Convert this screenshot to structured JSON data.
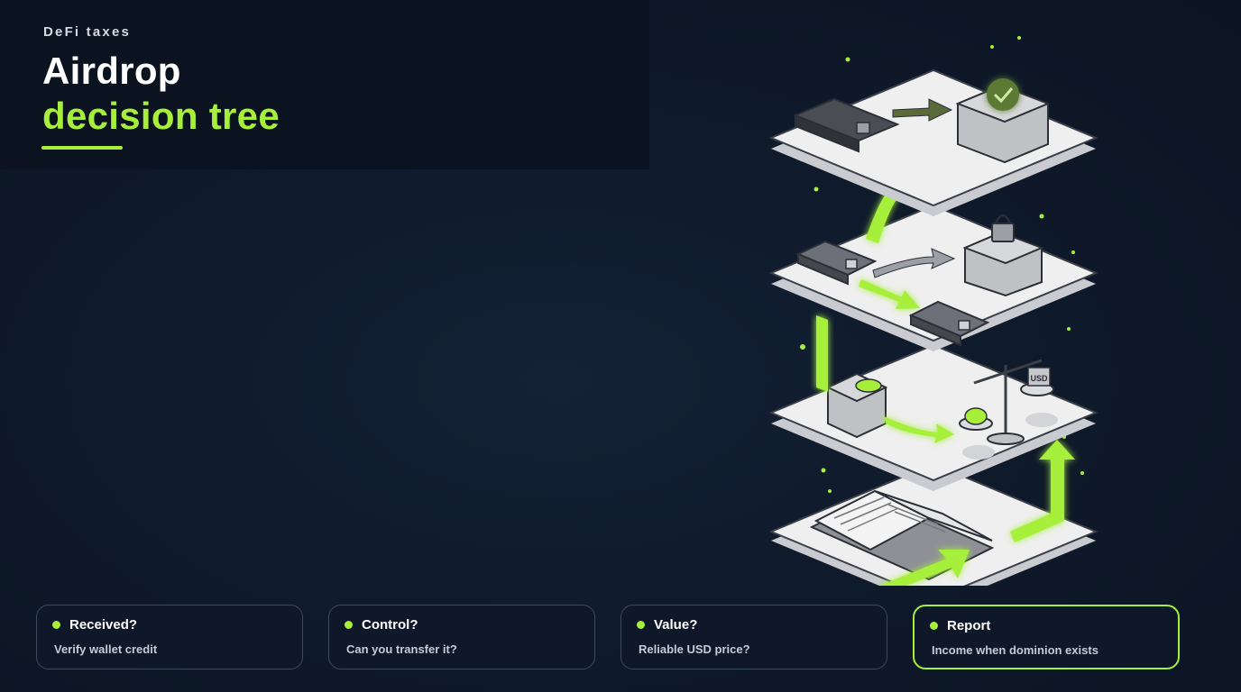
{
  "header": {
    "eyebrow": "DeFi taxes",
    "title_line1": "Airdrop",
    "title_line2": "decision tree"
  },
  "colors": {
    "accent": "#a6ef3a",
    "background": "#0f1a2b",
    "card_border": "#3d4b5e"
  },
  "illustration": {
    "icons": [
      "wallet-icon",
      "check-icon",
      "lock-icon",
      "token-icon",
      "balance-scale-icon",
      "ledger-book-icon"
    ],
    "usd_label": "USD"
  },
  "steps": [
    {
      "title": "Received?",
      "subtitle": "Verify wallet credit",
      "active": false
    },
    {
      "title": "Control?",
      "subtitle": "Can you transfer it?",
      "active": false
    },
    {
      "title": "Value?",
      "subtitle": "Reliable USD price?",
      "active": false
    },
    {
      "title": "Report",
      "subtitle": "Income when dominion exists",
      "active": true
    }
  ]
}
